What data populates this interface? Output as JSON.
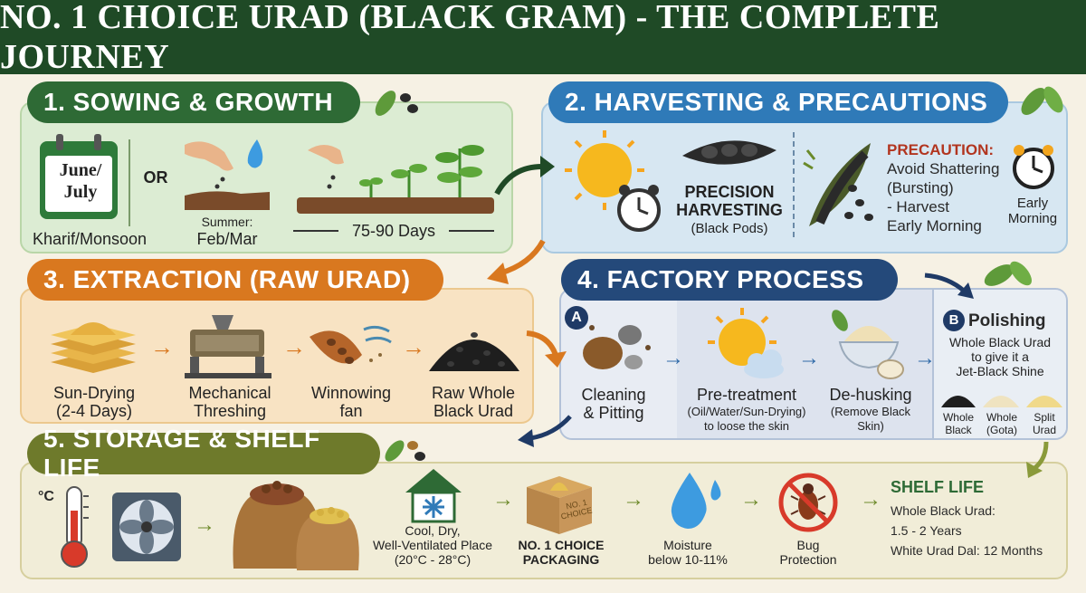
{
  "title": "NO. 1 CHOICE URAD (BLACK GRAM) - THE COMPLETE JOURNEY",
  "s1": {
    "header": "1. SOWING & GROWTH",
    "calendar_line1": "June/",
    "calendar_line2": "July",
    "or": "OR",
    "kharif": "Kharif/Monsoon",
    "summer_1": "Summer:",
    "summer_2": "Feb/Mar",
    "days": "75-90 Days"
  },
  "s2": {
    "header": "2. HARVESTING & PRECAUTIONS",
    "precision_1": "PRECISION",
    "precision_2": "HARVESTING",
    "precision_3": "(Black Pods)",
    "precaution_title": "PRECAUTION:",
    "precaution_1": "Avoid Shattering",
    "precaution_2": "(Bursting)",
    "precaution_3": "- Harvest",
    "precaution_4": "Early Morning",
    "early_1": "Early",
    "early_2": "Morning"
  },
  "s3": {
    "header": "3. EXTRACTION (RAW URAD)",
    "step1_1": "Sun-Drying",
    "step1_2": "(2-4 Days)",
    "step2_1": "Mechanical",
    "step2_2": "Threshing",
    "step3_1": "Winnowing",
    "step3_2": "fan",
    "step4_1": "Raw Whole",
    "step4_2": "Black Urad"
  },
  "s4": {
    "header": "4. FACTORY PROCESS",
    "badge_a": "A",
    "cleaning_1": "Cleaning",
    "cleaning_2": "& Pitting",
    "pre_title": "Pre-treatment",
    "pre_1": "(Oil/Water/Sun-Drying)",
    "pre_2": "to loose the skin",
    "dehusk_title": "De-husking",
    "dehusk_1": "(Remove Black",
    "dehusk_2": "Skin)",
    "badge_b": "B",
    "polish_title": "Polishing",
    "polish_1": "Whole Black Urad",
    "polish_2": "to give it a",
    "polish_3": "Jet-Black Shine",
    "var1_1": "Whole",
    "var1_2": "Black",
    "var2_1": "Whole",
    "var2_2": "(Gota)",
    "var3_1": "Split",
    "var3_2": "Urad"
  },
  "s5": {
    "header": "5. STORAGE & SHELF LIFE",
    "deg": "°C",
    "cool_1": "Cool, Dry,",
    "cool_2": "Well-Ventilated Place",
    "cool_3": "(20°C - 28°C)",
    "box_label_1": "NO. 1",
    "box_label_2": "CHOICE",
    "pack_1": "NO. 1 CHOICE",
    "pack_2": "PACKAGING",
    "moist_1": "Moisture",
    "moist_2": "below 10-11%",
    "bug_1": "Bug",
    "bug_2": "Protection",
    "shelf_title": "SHELF LIFE",
    "shelf_1": "Whole Black Urad:",
    "shelf_2": "1.5 - 2 Years",
    "shelf_3": "White Urad Dal: 12 Months"
  },
  "colors": {
    "title_bg": "#1f4a26",
    "s1": "#2e6a35",
    "s2": "#2f7ab8",
    "s3": "#d9781f",
    "s4": "#24497a",
    "s5": "#6e7a2b",
    "precaution": "#b2351f"
  }
}
